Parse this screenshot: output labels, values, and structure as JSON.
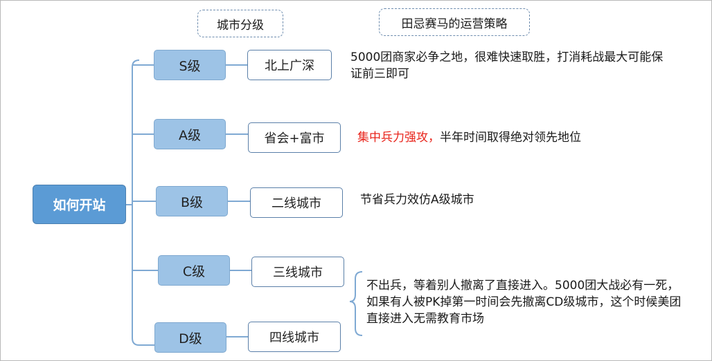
{
  "headers": {
    "city_tier": "城市分级",
    "strategy": "田忌赛马的运营策略"
  },
  "root": {
    "label": "如何开站"
  },
  "tiers": [
    {
      "tier": "S级",
      "cities": "北上广深"
    },
    {
      "tier": "A级",
      "cities": "省会+富市"
    },
    {
      "tier": "B级",
      "cities": "二线城市"
    },
    {
      "tier": "C级",
      "cities": "三线城市"
    },
    {
      "tier": "D级",
      "cities": "四线城市"
    }
  ],
  "strategies": {
    "s": "5000团商家必争之地，很难快速取胜，打消耗战最大可能保证前三即可",
    "a_highlight": "集中兵力强攻，",
    "a_rest": "半年时间取得绝对领先地位",
    "b": "节省兵力效仿A级城市",
    "cd": "不出兵，等着别人撤离了直接进入。5000团大战必有一死，如果有人被PK掉第一时间会先撤离CD级城市，这个时候美团直接进入无需教育市场"
  },
  "colors": {
    "root_fill": "#5b9bd5",
    "tier_fill": "#9dc3e6",
    "connector": "#7fa9d3",
    "highlight_text": "#e8231a"
  }
}
